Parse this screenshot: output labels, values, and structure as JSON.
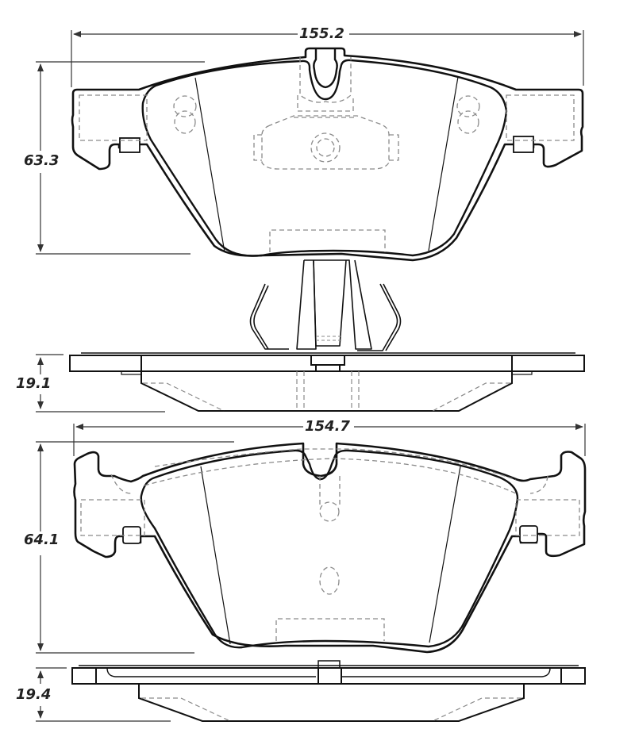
{
  "diagram": {
    "subject": "Brake pad set technical drawing",
    "colors": {
      "outline": "#111111",
      "hidden_line": "#8a8a8a",
      "dimension": "#333333",
      "background": "#ffffff"
    },
    "views": [
      {
        "id": "top_pad_face",
        "label": "Top pad face view"
      },
      {
        "id": "top_pad_side",
        "label": "Top pad side view with clip"
      },
      {
        "id": "bottom_pad_face",
        "label": "Bottom pad face view"
      },
      {
        "id": "bottom_pad_side",
        "label": "Bottom pad side view"
      }
    ],
    "dimensions": {
      "top_width": "155.2",
      "top_height": "63.3",
      "top_thickness": "19.1",
      "bottom_width": "154.7",
      "bottom_height": "64.1",
      "bottom_thickness": "19.4"
    }
  }
}
